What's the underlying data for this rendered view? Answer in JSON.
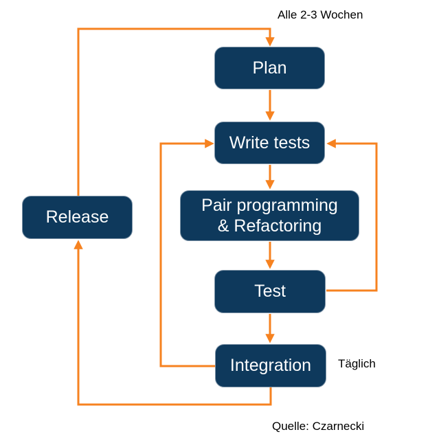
{
  "diagram": {
    "nodes": {
      "plan": {
        "label": "Plan"
      },
      "write_tests": {
        "label": "Write tests"
      },
      "pair": {
        "label_line1": "Pair programming",
        "label_line2": "& Refactoring"
      },
      "test": {
        "label": "Test"
      },
      "integration": {
        "label": "Integration"
      },
      "release": {
        "label": "Release"
      }
    },
    "annotations": {
      "cycle_note": "Alle 2-3 Wochen",
      "daily_note": "Täglich",
      "source_note": "Quelle: Czarnecki"
    },
    "edges": [
      {
        "from": "plan",
        "to": "write_tests"
      },
      {
        "from": "write_tests",
        "to": "pair"
      },
      {
        "from": "pair",
        "to": "test"
      },
      {
        "from": "test",
        "to": "integration"
      },
      {
        "from": "test",
        "to": "write_tests"
      },
      {
        "from": "integration",
        "to": "write_tests"
      },
      {
        "from": "integration",
        "to": "release"
      },
      {
        "from": "release",
        "to": "plan"
      }
    ],
    "colors": {
      "node_fill": "#0E395C",
      "node_border": "#7E94A7",
      "node_text": "#FDFDFD",
      "arrow": "#F68220",
      "note_text": "#000000",
      "background": "#FFFFFF"
    }
  }
}
